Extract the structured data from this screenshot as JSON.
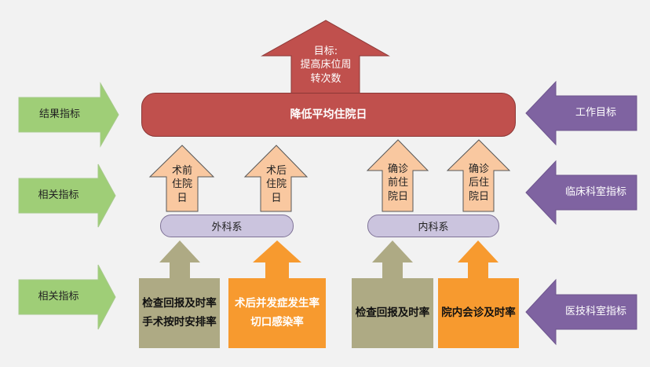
{
  "colors": {
    "left_arrow": "#9fce77",
    "right_arrow": "#7f63a1",
    "goal_arrow": "#c0504d",
    "main_bar": "#c0504d",
    "peach_arrow": "#f9c8a0",
    "pill": "#cbc4de",
    "khaki": "#aeaa84",
    "orange": "#f79a2f"
  },
  "goal": {
    "text": "目标:\n提高床位周\n转次数"
  },
  "main_bar": {
    "text": "降低平均住院日"
  },
  "left_labels": [
    "结果指标",
    "相关指标",
    "相关指标"
  ],
  "right_labels": [
    "工作目标",
    "临床科室指标",
    "医技科室指标"
  ],
  "peach_arrows": [
    "术前\n住院\n日",
    "术后\n住院\n日",
    "确诊\n前住\n院日",
    "确诊\n后住\n院日"
  ],
  "departments": [
    "外科系",
    "内科系"
  ],
  "bottom_boxes": [
    "检查回报及时率\n手术按时安排率",
    "术后并发症发生率\n切口感染率",
    "检查回报及时率",
    "院内会诊及时率"
  ]
}
